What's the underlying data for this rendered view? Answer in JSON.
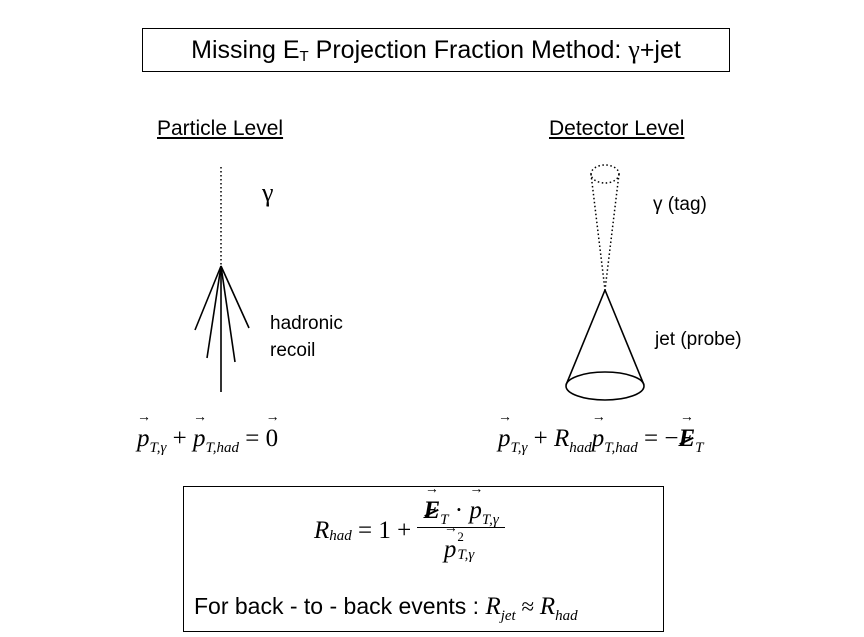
{
  "title": {
    "text_before": "Missing E",
    "subscript": "T",
    "text_middle": " Projection Fraction Method: ",
    "gamma": "γ",
    "text_after": "+jet"
  },
  "particle_level": {
    "heading": "Particle Level",
    "photon_label": "γ",
    "recoil_label_line1": "hadronic",
    "recoil_label_line2": "recoil",
    "equation": {
      "p": "p",
      "sub_gamma": "T,γ",
      "plus": " + ",
      "sub_had": "T,had",
      "equals": " = ",
      "zero": "0"
    }
  },
  "detector_level": {
    "heading": "Detector Level",
    "photon_label": "γ (tag)",
    "jet_label": "jet (probe)",
    "equation": {
      "p": "p",
      "sub_gamma": "T,γ",
      "plus": " + ",
      "R": "R",
      "sub_R": "had",
      "sub_had": "T,had",
      "equals": " = −",
      "E": "E",
      "sub_E": "T"
    }
  },
  "formula_box": {
    "R": "R",
    "sub_had": "had",
    "equals_one_plus": " = 1 + ",
    "num_E": "E",
    "num_E_sub": "T",
    "dot": " · ",
    "num_p": "p",
    "num_p_sub": "T,γ",
    "den_p": "p",
    "den_p_sup": "2",
    "den_p_sub": "T,γ",
    "line2_text": "For back - to - back events : ",
    "line2_R1": "R",
    "line2_R1_sub": "jet",
    "approx": " ≈ ",
    "line2_R2": "R",
    "line2_R2_sub": "had"
  }
}
